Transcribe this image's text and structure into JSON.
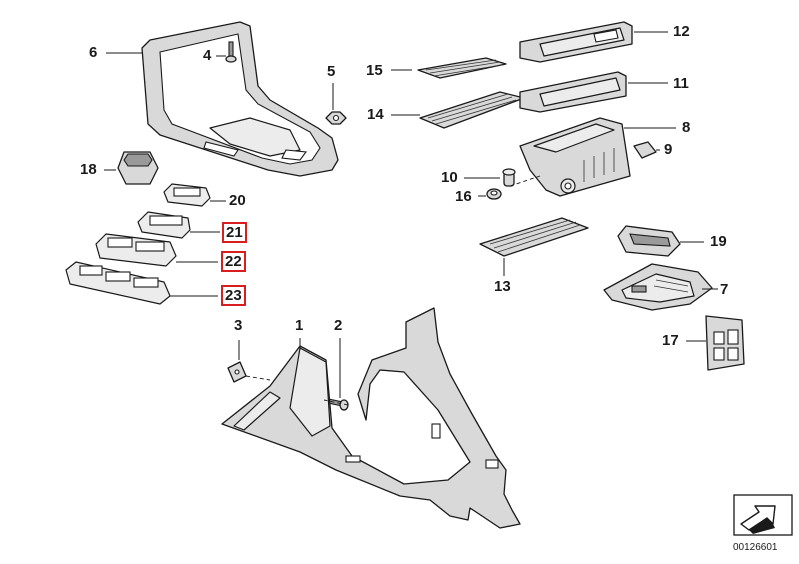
{
  "callouts": [
    {
      "label": "6",
      "boxed": false
    },
    {
      "label": "4",
      "boxed": false
    },
    {
      "label": "5",
      "boxed": false
    },
    {
      "label": "15",
      "boxed": false
    },
    {
      "label": "12",
      "boxed": false
    },
    {
      "label": "11",
      "boxed": false
    },
    {
      "label": "14",
      "boxed": false
    },
    {
      "label": "8",
      "boxed": false
    },
    {
      "label": "9",
      "boxed": false
    },
    {
      "label": "10",
      "boxed": false
    },
    {
      "label": "16",
      "boxed": false
    },
    {
      "label": "18",
      "boxed": false
    },
    {
      "label": "20",
      "boxed": false
    },
    {
      "label": "21",
      "boxed": true
    },
    {
      "label": "22",
      "boxed": true
    },
    {
      "label": "23",
      "boxed": true
    },
    {
      "label": "19",
      "boxed": false
    },
    {
      "label": "13",
      "boxed": false
    },
    {
      "label": "7",
      "boxed": false
    },
    {
      "label": "3",
      "boxed": false
    },
    {
      "label": "1",
      "boxed": false
    },
    {
      "label": "2",
      "boxed": false
    },
    {
      "label": "17",
      "boxed": false
    }
  ],
  "highlight_color": "#d81e1e",
  "reference_code": "00126601",
  "reference_icon": "forward-arrow-icon"
}
